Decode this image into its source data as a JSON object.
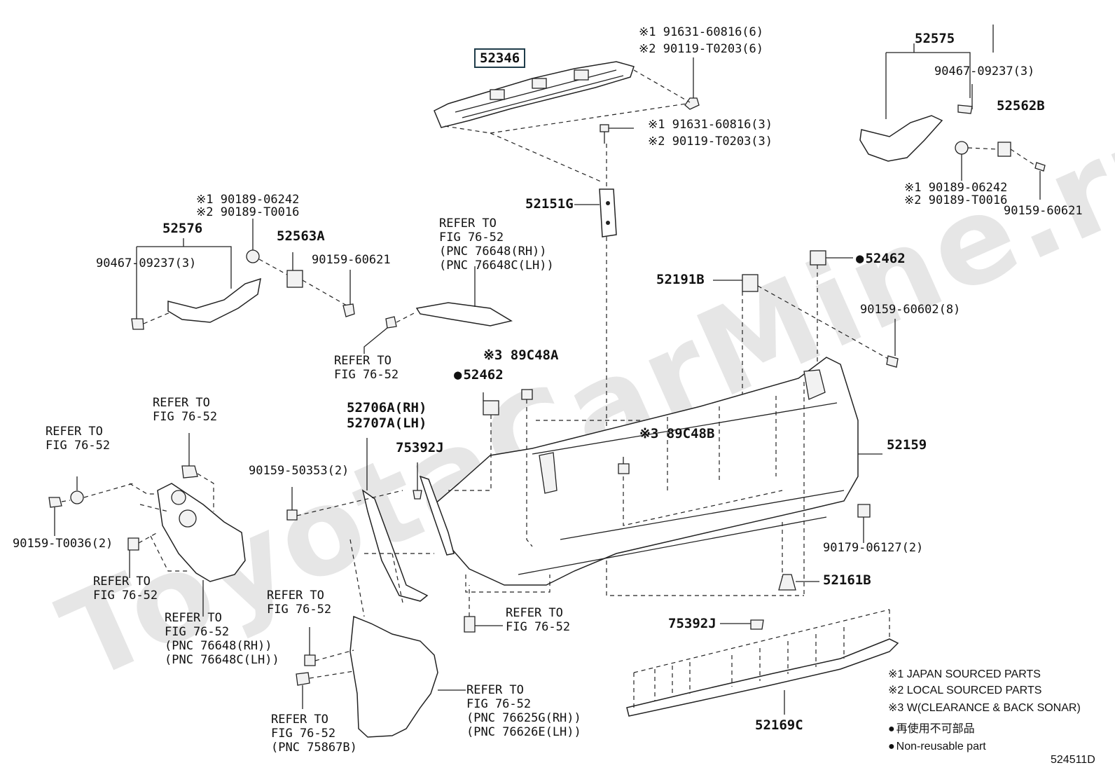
{
  "watermark": "ToyotaCarMine.ru",
  "diagram_id": "524511D",
  "legend": {
    "j1": "※1 JAPAN SOURCED PARTS",
    "j2": "※2 LOCAL SOURCED PARTS",
    "j3": "※3 W(CLEARANCE & BACK SONAR)",
    "nr_jp": "再使用不可部品",
    "nr_en": "Non-reusable part"
  },
  "labels": {
    "p52346": "52346",
    "bolt_top_1": "※1 91631-60816(6)",
    "bolt_top_2": "※2 90119-T0203(6)",
    "bolt_mid_1": "※1 91631-60816(3)",
    "bolt_mid_2": "※2 90119-T0203(3)",
    "p52575": "52575",
    "p90467_r": "90467-09237(3)",
    "p52562B": "52562B",
    "clip_r_1": "※1 90189-06242",
    "clip_r_2": "※2 90189-T0016",
    "p90159_60621_r": "90159-60621",
    "p52151G": "52151G",
    "clip_l_1": "※1 90189-06242",
    "clip_l_2": "※2 90189-T0016",
    "p52576": "52576",
    "p52563A": "52563A",
    "p90467_l": "90467-09237(3)",
    "p90159_60621_l": "90159-60621",
    "refer_a_1": "REFER TO",
    "refer_a_2": "FIG 76-52",
    "refer_a_3": "(PNC 76648(RH))",
    "refer_a_4": "(PNC 76648C(LH))",
    "p52462_r": "52462",
    "p52191B": "52191B",
    "p90159_60602": "90159-60602(8)",
    "refer_b_1": "REFER TO",
    "refer_b_2": "FIG 76-52",
    "p89C48A": "※3 89C48A",
    "p52462_l": "52462",
    "refer_c_1": "REFER TO",
    "refer_c_2": "FIG 76-52",
    "refer_d_1": "REFER TO",
    "refer_d_2": "FIG 76-52",
    "p52706A": "52706A(RH)",
    "p52707A": "52707A(LH)",
    "p75392J_l": "75392J",
    "p89C48B": "※3 89C48B",
    "p52159": "52159",
    "p90159_50353": "90159-50353(2)",
    "p90159_T0036": "90159-T0036(2)",
    "p90179_06127": "90179-06127(2)",
    "refer_e_1": "REFER TO",
    "refer_e_2": "FIG 76-52",
    "p52161B": "52161B",
    "refer_f_1": "REFER TO",
    "refer_f_2": "FIG 76-52",
    "refer_f_3": "(PNC 76648(RH))",
    "refer_f_4": "(PNC 76648C(LH))",
    "refer_g_1": "REFER TO",
    "refer_g_2": "FIG 76-52",
    "refer_h_1": "REFER TO",
    "refer_h_2": "FIG 76-52",
    "p75392J_r": "75392J",
    "refer_i_1": "REFER TO",
    "refer_i_2": "FIG 76-52",
    "refer_i_3": "(PNC 76625G(RH))",
    "refer_i_4": "(PNC 76626E(LH))",
    "refer_j_1": "REFER TO",
    "refer_j_2": "FIG 76-52",
    "refer_j_3": "(PNC 75867B)",
    "p52169C": "52169C"
  }
}
